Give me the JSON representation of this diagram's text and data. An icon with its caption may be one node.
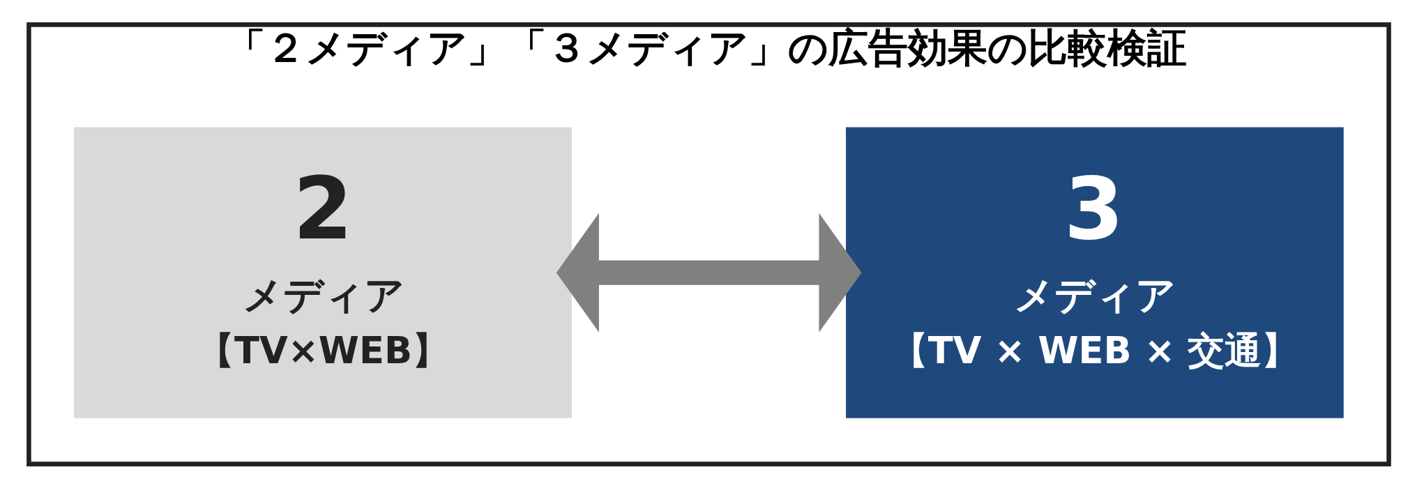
{
  "diagram": {
    "nodes": [
      {
        "text": [
          "「２メディア」「３メディア」の広告効果の比較検証"
        ]
      },
      {
        "text": [
          "2",
          "メディア",
          "【TV×WEB】"
        ],
        "in": 0
      },
      {
        "text": [
          "3",
          "メディア",
          "【TV × WEB × 交通】"
        ],
        "in": 0
      }
    ],
    "edges": [
      {
        "from": 1,
        "to": 2,
        "arrow": "both",
        "color": "#808080"
      }
    ]
  }
}
